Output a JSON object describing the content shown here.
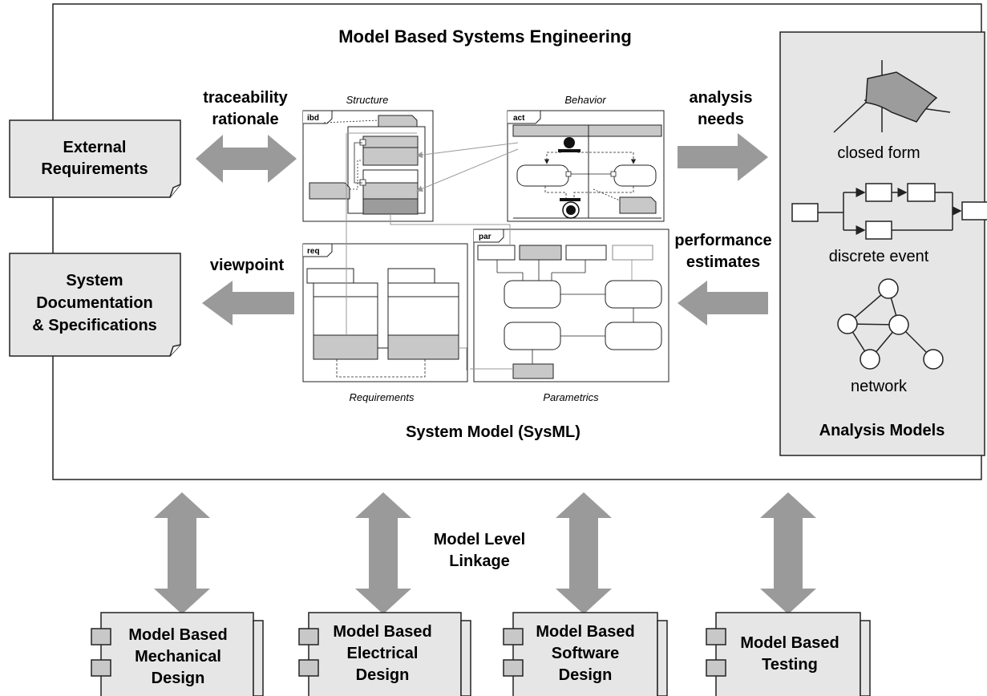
{
  "title": "Model Based Systems Engineering",
  "left_docs": {
    "external_requirements": [
      "External",
      "Requirements"
    ],
    "system_documentation": [
      "System",
      "Documentation",
      "& Specifications"
    ]
  },
  "arrow_labels": {
    "traceability": [
      "traceability",
      "rationale"
    ],
    "viewpoint": "viewpoint",
    "analysis_needs": [
      "analysis",
      "needs"
    ],
    "performance_estimates": [
      "performance",
      "estimates"
    ],
    "model_level_linkage": [
      "Model Level",
      "Linkage"
    ]
  },
  "system_model": {
    "caption": "System Model (SysML)",
    "quadrants": {
      "structure": {
        "caption": "Structure",
        "tag": "ibd"
      },
      "behavior": {
        "caption": "Behavior",
        "tag": "act"
      },
      "requirements": {
        "caption": "Requirements",
        "tag": "req"
      },
      "parametrics": {
        "caption": "Parametrics",
        "tag": "par"
      }
    }
  },
  "analysis_models": {
    "caption": "Analysis Models",
    "items": [
      "closed form",
      "discrete event",
      "network"
    ]
  },
  "bottom_components": [
    [
      "Model Based",
      "Mechanical",
      "Design"
    ],
    [
      "Model Based",
      "Electrical",
      "Design"
    ],
    [
      "Model Based",
      "Software",
      "Design"
    ],
    [
      "Model Based",
      "Testing"
    ]
  ],
  "colors": {
    "arrow": "#9a9a9a",
    "panel": "#e6e6e6",
    "shade": "#c8c8c8",
    "dark_shade": "#9c9c9c",
    "line": "#222222"
  }
}
